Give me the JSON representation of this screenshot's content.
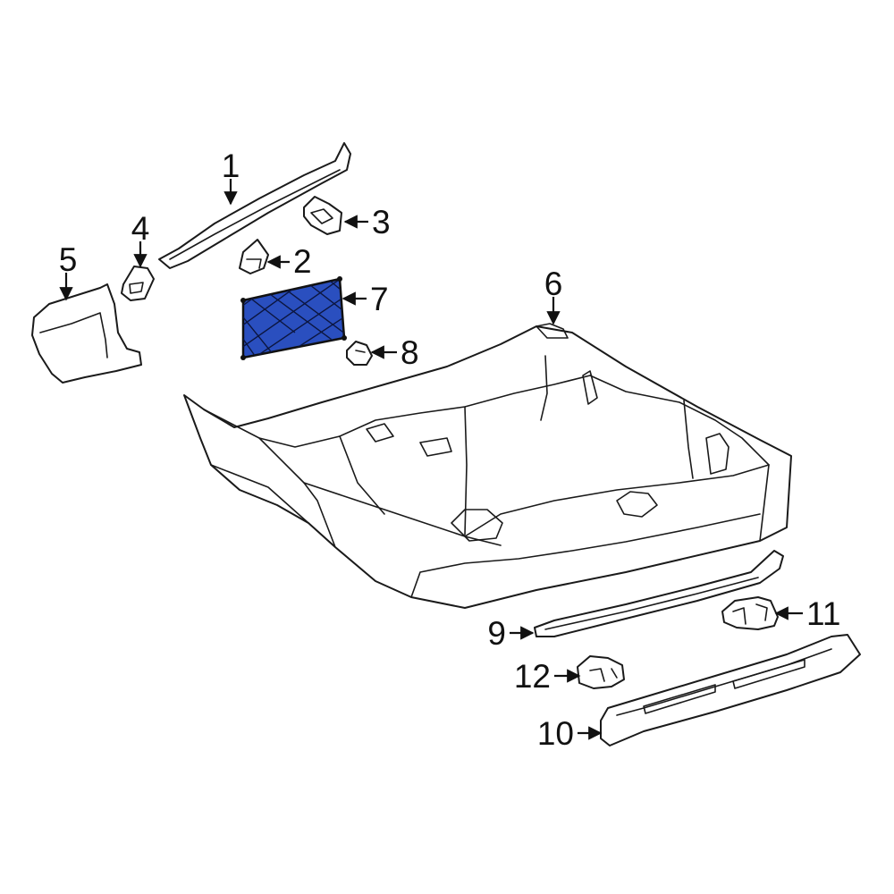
{
  "diagram": {
    "highlight_color": "#2a4fbf",
    "highlighted_callout": "7",
    "callouts": [
      {
        "id": "c1",
        "label": "1"
      },
      {
        "id": "c2",
        "label": "2"
      },
      {
        "id": "c3",
        "label": "3"
      },
      {
        "id": "c4",
        "label": "4"
      },
      {
        "id": "c5",
        "label": "5"
      },
      {
        "id": "c6",
        "label": "6"
      },
      {
        "id": "c7",
        "label": "7"
      },
      {
        "id": "c8",
        "label": "8"
      },
      {
        "id": "c9",
        "label": "9"
      },
      {
        "id": "c10",
        "label": "10"
      },
      {
        "id": "c11",
        "label": "11"
      },
      {
        "id": "c12",
        "label": "12"
      }
    ]
  }
}
